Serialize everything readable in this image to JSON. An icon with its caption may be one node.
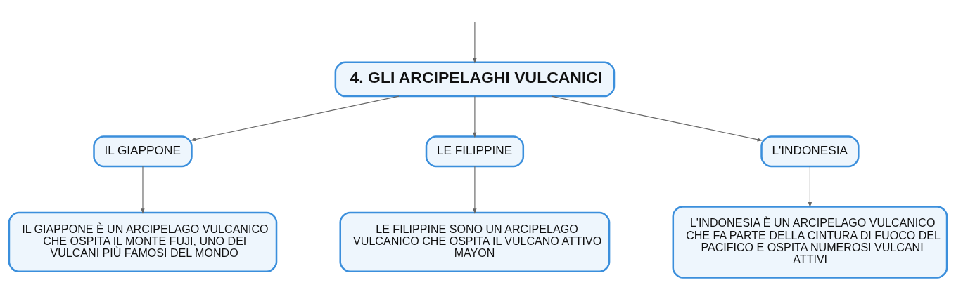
{
  "diagram": {
    "nodes": [
      {
        "text": [
          "4. GLI ARCIPELAGHI VULCANICI"
        ]
      },
      {
        "text": [
          "IL GIAPPONE"
        ]
      },
      {
        "text": [
          "LE FILIPPINE"
        ]
      },
      {
        "text": [
          "L'INDONESIA"
        ]
      },
      {
        "text": [
          "IL GIAPPONE È UN ARCIPELAGO VULCANICO CHE OSPITA IL MONTE FUJI, UNO DEI VULCANI PIÙ FAMOSI DEL MONDO"
        ]
      },
      {
        "text": [
          "LE FILIPPINE SONO UN ARCIPELAGO VULCANICO CHE OSPITA IL VULCANO ATTIVO MAYON"
        ]
      },
      {
        "text": [
          "L'INDONESIA È UN ARCIPELAGO VULCANICO CHE FA PARTE DELLA CINTURA DI FUOCO DEL PACIFICO E OSPITA NUMEROSI VULCANI ATTIVI"
        ]
      }
    ],
    "edges": [
      {
        "from": null,
        "to": 0,
        "arrow": "to"
      },
      {
        "from": 0,
        "to": 1,
        "arrow": "to"
      },
      {
        "from": 0,
        "to": 2,
        "arrow": "to"
      },
      {
        "from": 0,
        "to": 3,
        "arrow": "to"
      },
      {
        "from": 1,
        "to": 4,
        "arrow": "to"
      },
      {
        "from": 2,
        "to": 5,
        "arrow": "to"
      },
      {
        "from": 3,
        "to": 6,
        "arrow": "to"
      }
    ]
  }
}
